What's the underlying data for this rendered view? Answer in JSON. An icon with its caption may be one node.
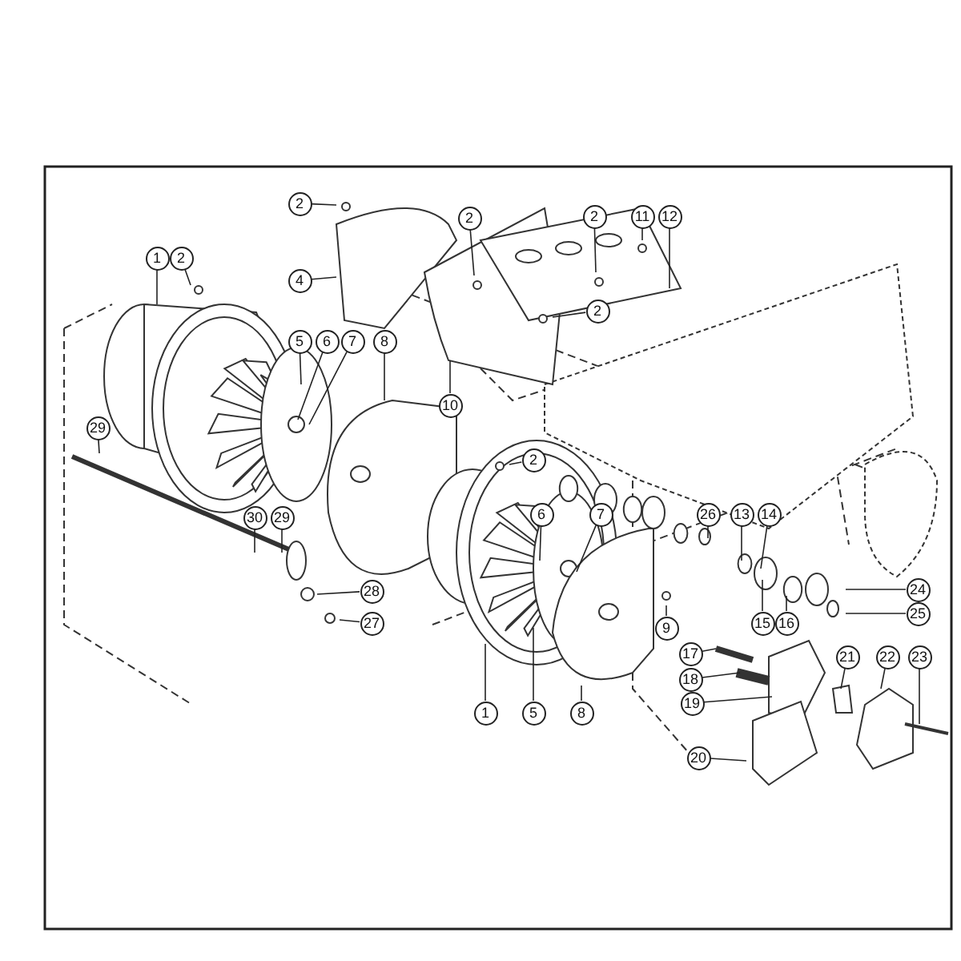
{
  "diagram": {
    "nodes": [
      {
        "text": [
          "2"
        ]
      },
      {
        "text": [
          "2"
        ]
      },
      {
        "text": [
          "2"
        ]
      },
      {
        "text": [
          "11"
        ]
      },
      {
        "text": [
          "12"
        ]
      },
      {
        "text": [
          "1"
        ]
      },
      {
        "text": [
          "2"
        ]
      },
      {
        "text": [
          "4"
        ]
      },
      {
        "text": [
          "2"
        ]
      },
      {
        "text": [
          "5"
        ]
      },
      {
        "text": [
          "6"
        ]
      },
      {
        "text": [
          "7"
        ]
      },
      {
        "text": [
          "8"
        ]
      },
      {
        "text": [
          "10"
        ]
      },
      {
        "text": [
          "29"
        ]
      },
      {
        "text": [
          "2"
        ]
      },
      {
        "text": [
          "6"
        ]
      },
      {
        "text": [
          "7"
        ]
      },
      {
        "text": [
          "26"
        ]
      },
      {
        "text": [
          "13"
        ]
      },
      {
        "text": [
          "14"
        ]
      },
      {
        "text": [
          "30"
        ]
      },
      {
        "text": [
          "29"
        ]
      },
      {
        "text": [
          "28"
        ]
      },
      {
        "text": [
          "27"
        ]
      },
      {
        "text": [
          "24"
        ]
      },
      {
        "text": [
          "25"
        ]
      },
      {
        "text": [
          "9"
        ]
      },
      {
        "text": [
          "15"
        ]
      },
      {
        "text": [
          "16"
        ]
      },
      {
        "text": [
          "17"
        ]
      },
      {
        "text": [
          "18"
        ]
      },
      {
        "text": [
          "19"
        ]
      },
      {
        "text": [
          "21"
        ]
      },
      {
        "text": [
          "22"
        ]
      },
      {
        "text": [
          "23"
        ]
      },
      {
        "text": [
          "1"
        ]
      },
      {
        "text": [
          "5"
        ]
      },
      {
        "text": [
          "8"
        ]
      },
      {
        "text": [
          "20"
        ]
      }
    ],
    "edges": [
      {
        "from": 0,
        "to": null,
        "arrow": "none"
      },
      {
        "from": 1,
        "to": null,
        "arrow": "none"
      },
      {
        "from": 2,
        "to": null,
        "arrow": "none"
      },
      {
        "from": 3,
        "to": null,
        "arrow": "none"
      },
      {
        "from": 4,
        "to": null,
        "arrow": "none"
      },
      {
        "from": 5,
        "to": null,
        "arrow": "none"
      },
      {
        "from": 6,
        "to": null,
        "arrow": "none"
      },
      {
        "from": 7,
        "to": null,
        "arrow": "none"
      },
      {
        "from": 8,
        "to": null,
        "arrow": "none"
      },
      {
        "from": 9,
        "to": null,
        "arrow": "none"
      },
      {
        "from": 10,
        "to": null,
        "arrow": "none"
      },
      {
        "from": 11,
        "to": null,
        "arrow": "none"
      },
      {
        "from": 12,
        "to": null,
        "arrow": "none"
      },
      {
        "from": 13,
        "to": null,
        "arrow": "none"
      },
      {
        "from": 14,
        "to": null,
        "arrow": "none"
      },
      {
        "from": 15,
        "to": null,
        "arrow": "none"
      },
      {
        "from": 16,
        "to": null,
        "arrow": "none"
      },
      {
        "from": 17,
        "to": null,
        "arrow": "none"
      },
      {
        "from": 18,
        "to": null,
        "arrow": "none"
      },
      {
        "from": 19,
        "to": null,
        "arrow": "none"
      },
      {
        "from": 20,
        "to": null,
        "arrow": "none"
      },
      {
        "from": 21,
        "to": null,
        "arrow": "none"
      },
      {
        "from": 22,
        "to": null,
        "arrow": "none"
      },
      {
        "from": 23,
        "to": null,
        "arrow": "none"
      },
      {
        "from": 24,
        "to": null,
        "arrow": "none"
      },
      {
        "from": 25,
        "to": null,
        "arrow": "none"
      },
      {
        "from": 26,
        "to": null,
        "arrow": "none"
      },
      {
        "from": 27,
        "to": null,
        "arrow": "none"
      },
      {
        "from": 28,
        "to": null,
        "arrow": "none"
      },
      {
        "from": 29,
        "to": null,
        "arrow": "none"
      },
      {
        "from": 30,
        "to": null,
        "arrow": "none"
      },
      {
        "from": 31,
        "to": null,
        "arrow": "none"
      },
      {
        "from": 32,
        "to": null,
        "arrow": "none"
      },
      {
        "from": 33,
        "to": null,
        "arrow": "none"
      },
      {
        "from": 34,
        "to": null,
        "arrow": "none"
      },
      {
        "from": 35,
        "to": null,
        "arrow": "none"
      },
      {
        "from": 36,
        "to": null,
        "arrow": "none"
      },
      {
        "from": 37,
        "to": null,
        "arrow": "none"
      },
      {
        "from": 38,
        "to": null,
        "arrow": "none"
      },
      {
        "from": 39,
        "to": null,
        "arrow": "none"
      }
    ]
  }
}
